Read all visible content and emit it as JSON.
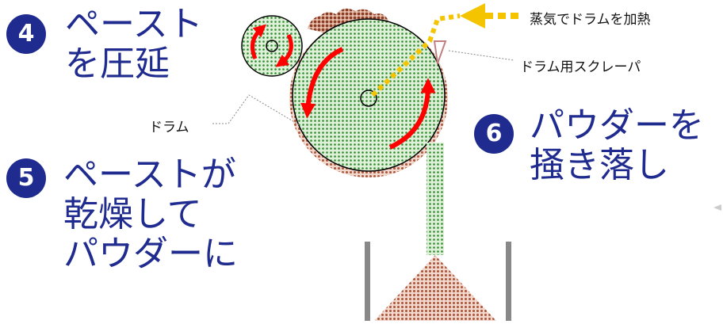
{
  "steps": [
    {
      "number": "4",
      "text": "ペースト\nを圧延"
    },
    {
      "number": "5",
      "text": "ペーストが\n乾燥して\nパウダーに"
    },
    {
      "number": "6",
      "text": "パウダーを\n掻き落し"
    }
  ],
  "labels": {
    "steam": "蒸気でドラムを加熱",
    "scraper": "ドラム用スクレーパ",
    "drum": "ドラム"
  },
  "colors": {
    "step_text": "#1f2b8f",
    "badge": "#1f2b8f",
    "drum_green": "#2e8b2e",
    "paste_brown": "#b5654a",
    "steam_arrow": "#f5c400",
    "rotation_arrow": "#ff0000",
    "container": "#888888"
  }
}
